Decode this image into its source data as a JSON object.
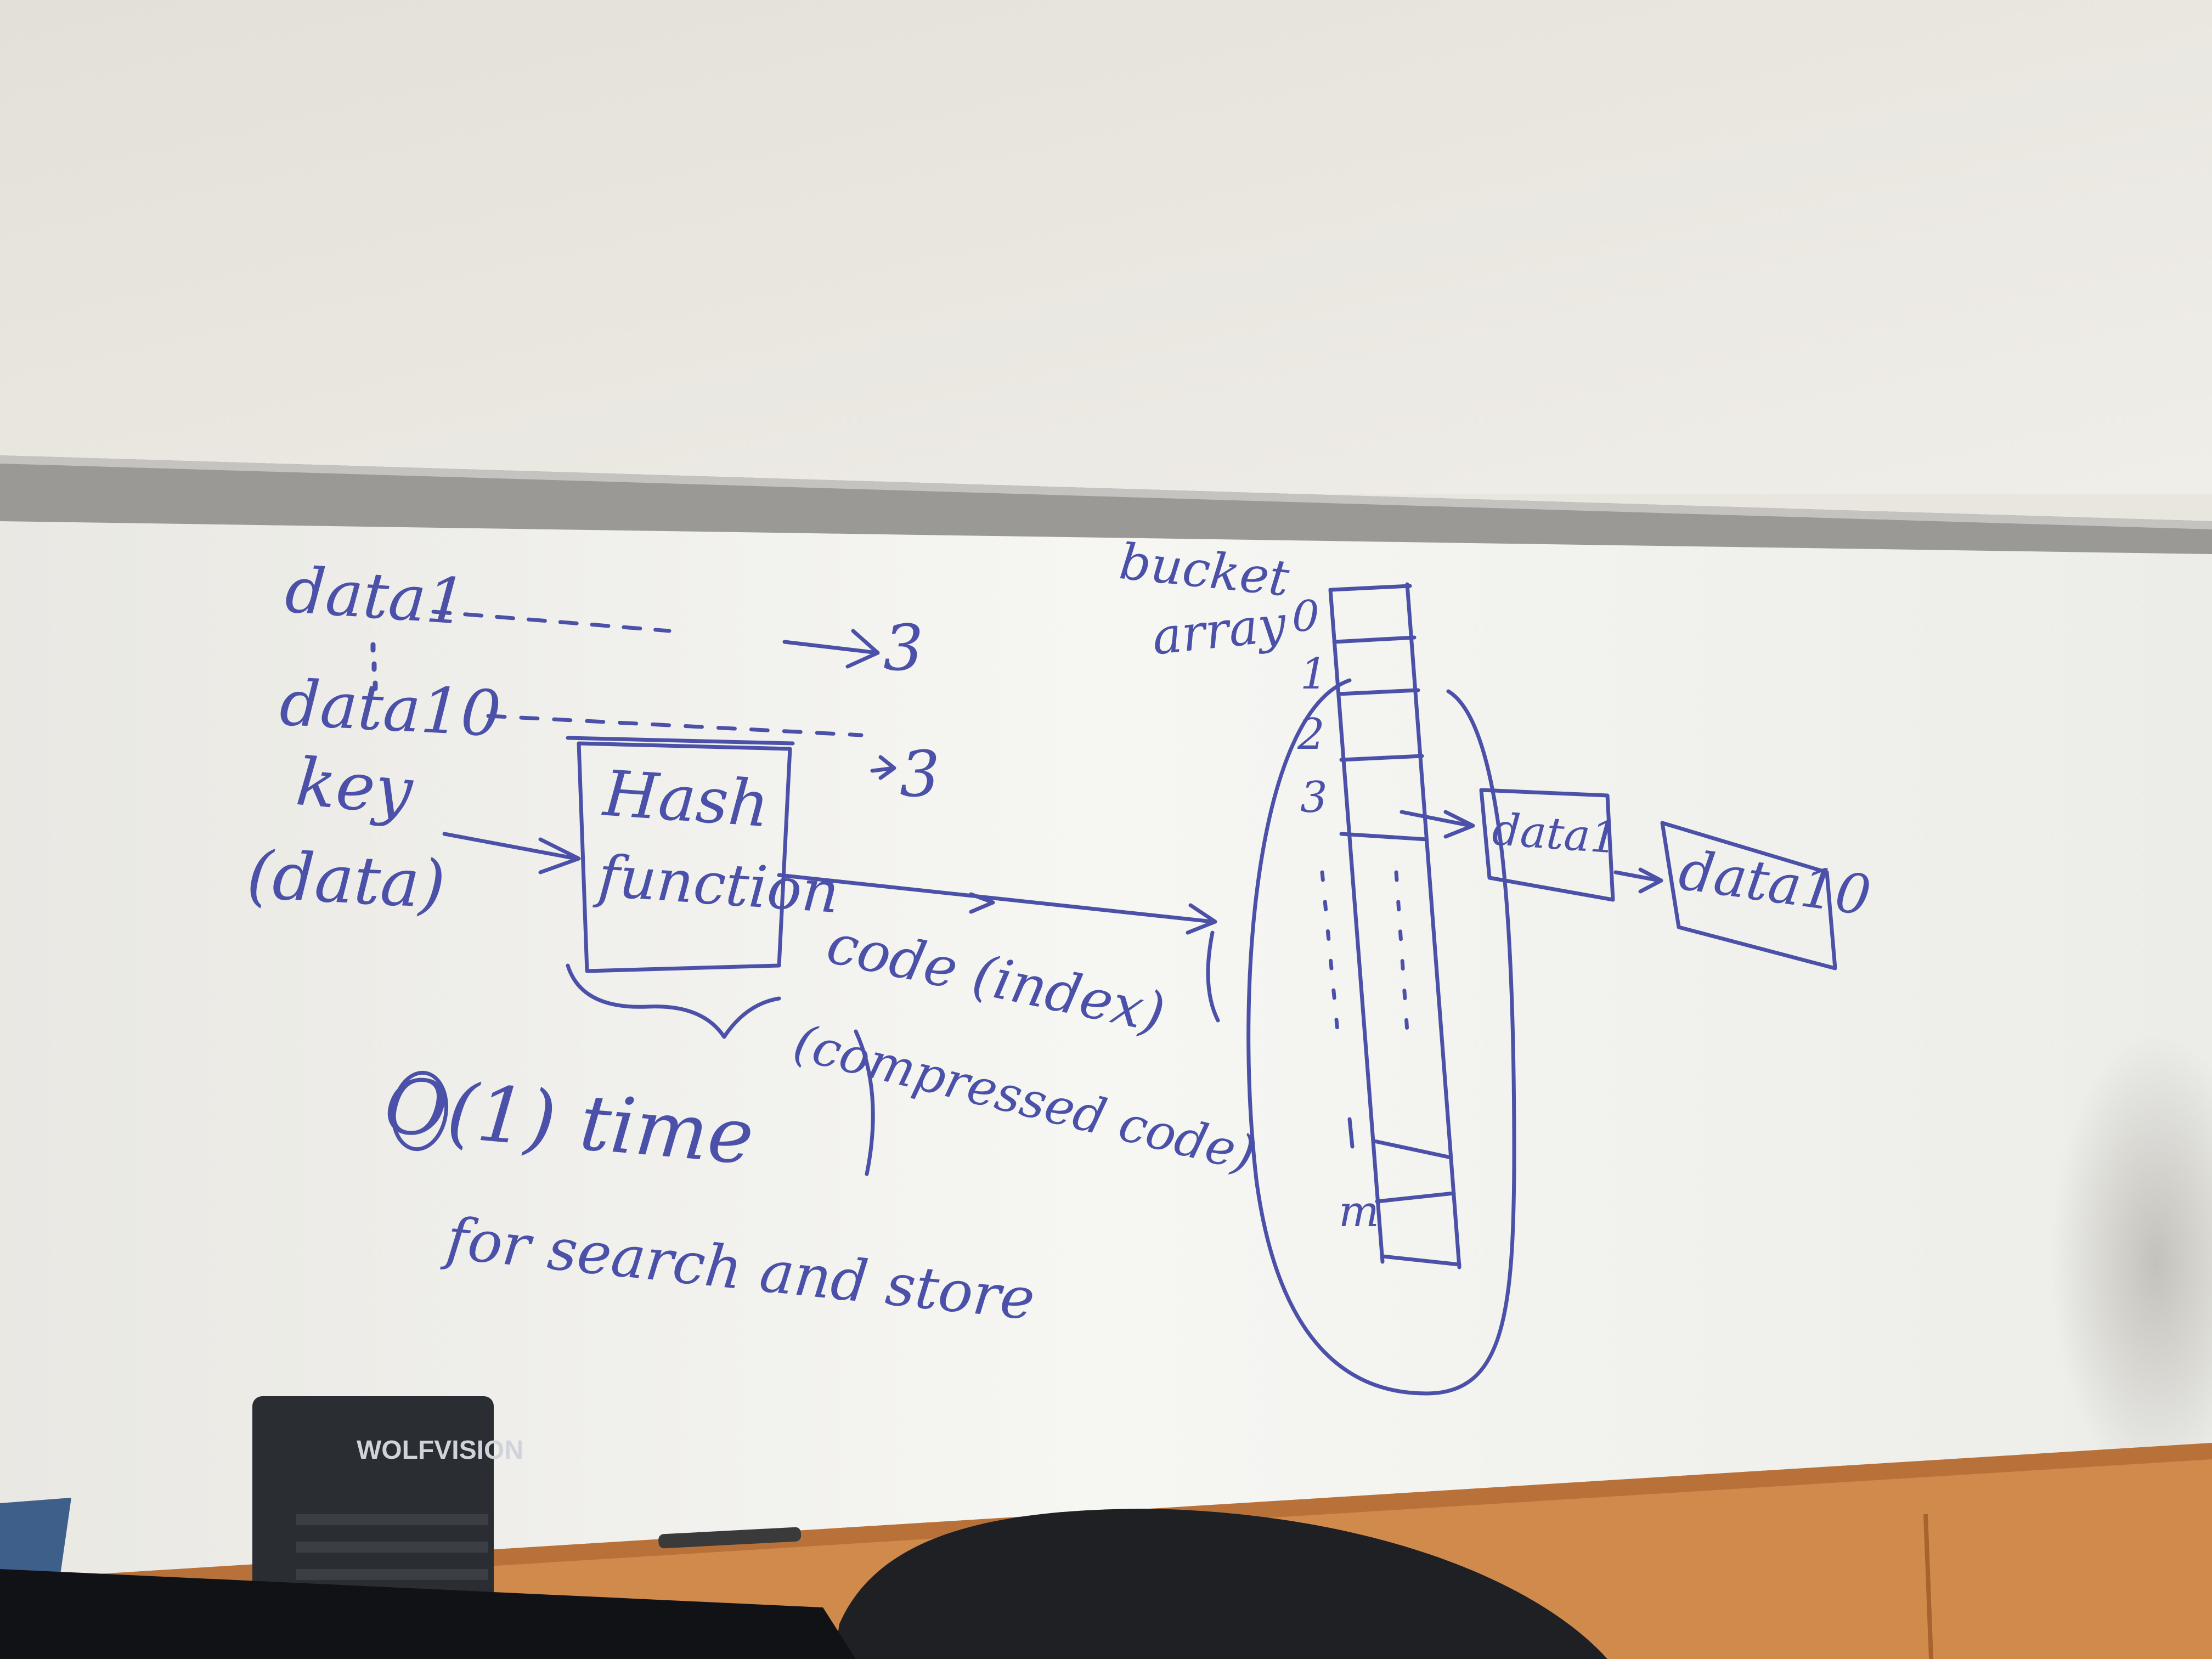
{
  "colors": {
    "wall": "#ebe8e1",
    "board": "#f4f4f1",
    "rail": "#9a9995",
    "marker": "#4b51a8",
    "wood": "#d08a4c",
    "device": "#2a2d32"
  },
  "whiteboard": {
    "data_top_label": "data1",
    "data_bottom_label": "data10",
    "result_top": "3",
    "result_bottom": "3",
    "key_label": "key",
    "key_sub_label": "(data)",
    "hash_box_line1": "Hash",
    "hash_box_line2": "function",
    "code_label": "code (index)",
    "compressed_label": "(compressed code)",
    "bucket_label_line1": "bucket",
    "bucket_label_line2": "array",
    "index_0": "0",
    "index_1": "1",
    "index_2": "2",
    "index_3": "3",
    "index_m": "m",
    "chain_node_1": "data1",
    "chain_node_2": "data10",
    "complexity": "O(1) time",
    "complexity_note": "for search and store"
  },
  "devices": {
    "camera_brand": "WOLFVISION"
  }
}
